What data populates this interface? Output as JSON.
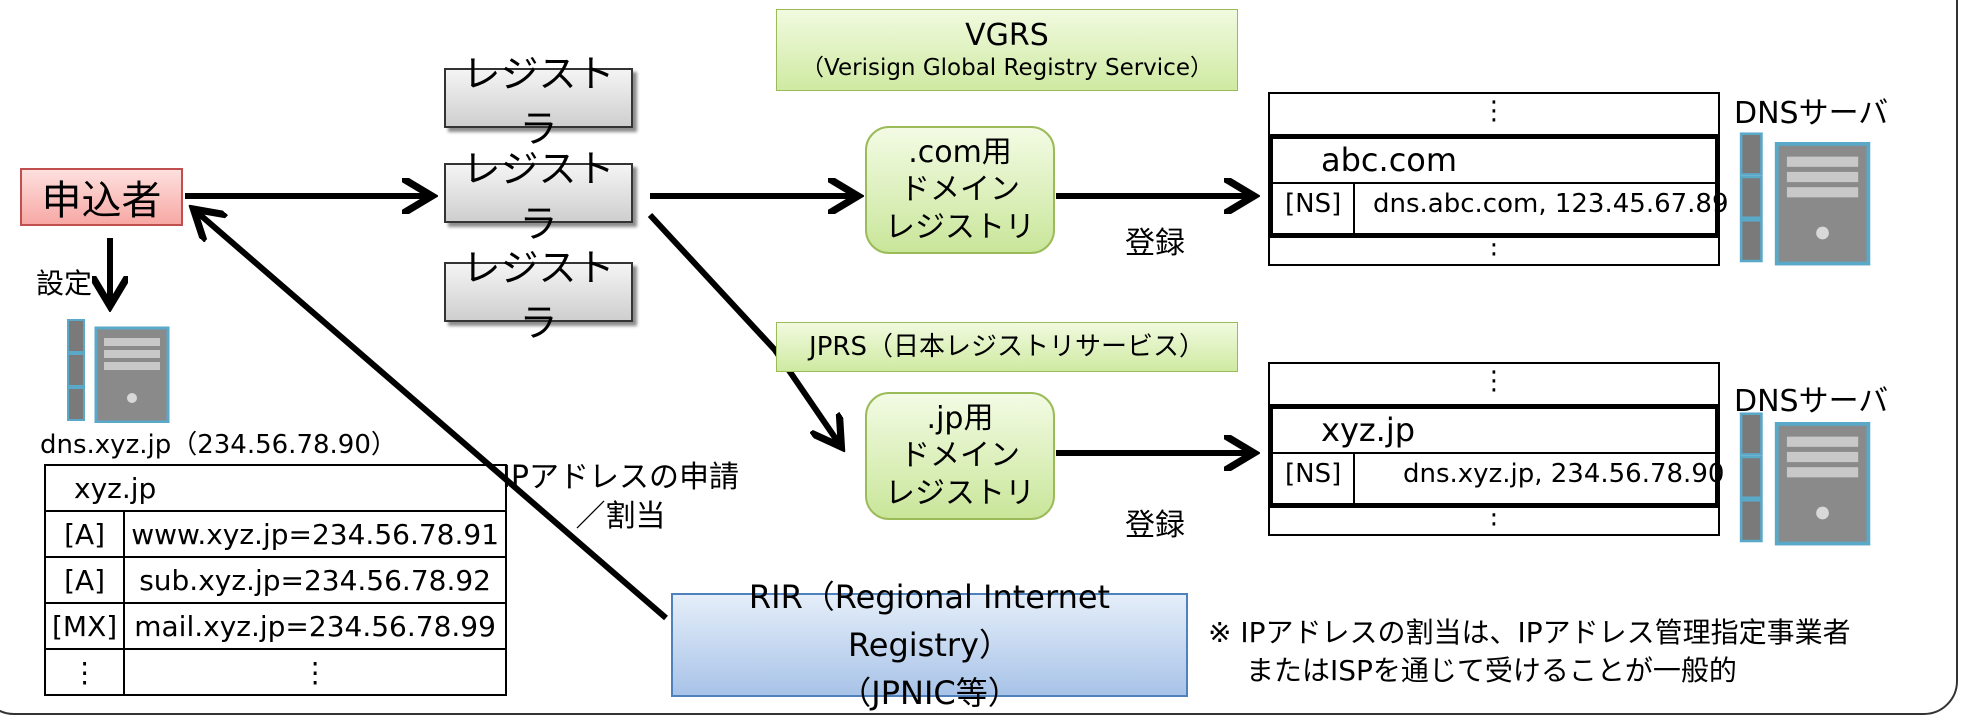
{
  "applicant": "申込者",
  "setting": "設定",
  "own_dns_host": "dns.xyz.jp（234.56.78.90）",
  "zone_table": {
    "title": "xyz.jp",
    "rows": [
      [
        "[A]",
        "www.xyz.jp=234.56.78.91"
      ],
      [
        "[A]",
        "sub.xyz.jp=234.56.78.92"
      ],
      [
        "[MX]",
        "mail.xyz.jp=234.56.78.99"
      ],
      [
        "⋮",
        "⋮"
      ]
    ]
  },
  "registrars": [
    "レジストラ",
    "レジストラ",
    "レジストラ"
  ],
  "vgrs": {
    "title": "VGRS",
    "subtitle": "（Verisign Global Registry Service）"
  },
  "jprs": "JPRS（日本レジストリサービス）",
  "com_registry": [
    ".com用",
    "ドメイン",
    "レジストリ"
  ],
  "jp_registry": [
    ".jp用",
    "ドメイン",
    "レジストリ"
  ],
  "register": "登録",
  "ip_request": [
    "IPアドレスの申請",
    "／割当"
  ],
  "rir": [
    "RIR（Regional Internet Registry）",
    "（JPNIC等）"
  ],
  "note": [
    "※ IPアドレスの割当は、IPアドレス管理指定事業者",
    "またはISPを通じて受けることが一般的"
  ],
  "dns_server": "DNSサーバ",
  "com_db": {
    "ellipsis": "⋮",
    "domain": "abc.com",
    "type": "[NS]",
    "value": "dns.abc.com, 123.45.67.89"
  },
  "jp_db": {
    "ellipsis": "⋮",
    "domain": "xyz.jp",
    "type": "[NS]",
    "value": "dns.xyz.jp, 234.56.78.90"
  }
}
